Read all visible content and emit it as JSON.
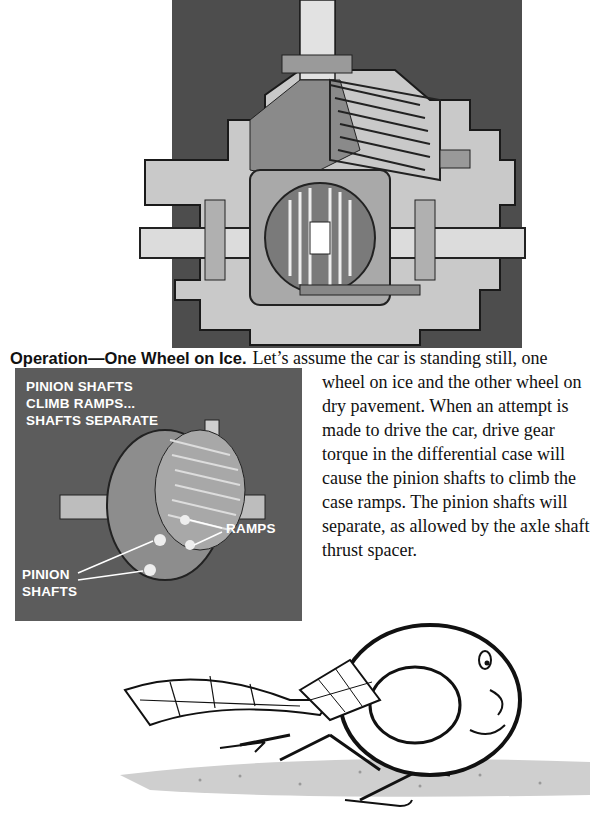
{
  "diagram": {
    "title": "Operation—One Wheel on Ice.",
    "labels": [
      "Let’s assume the car is standing still, one wheel on ice and the other wheel on dry pavement. When an attempt is made to drive the car, drive gear torque in the differential case will cause the pinion shafts to climb the case ramps. The pinion shafts will separate, as allowed by the axle shaft thrust spacer.",
      "PINION SHAFTS CLIMB RAMPS... SHAFTS SEPARATE",
      "RAMPS",
      "PINION SHAFTS"
    ]
  }
}
